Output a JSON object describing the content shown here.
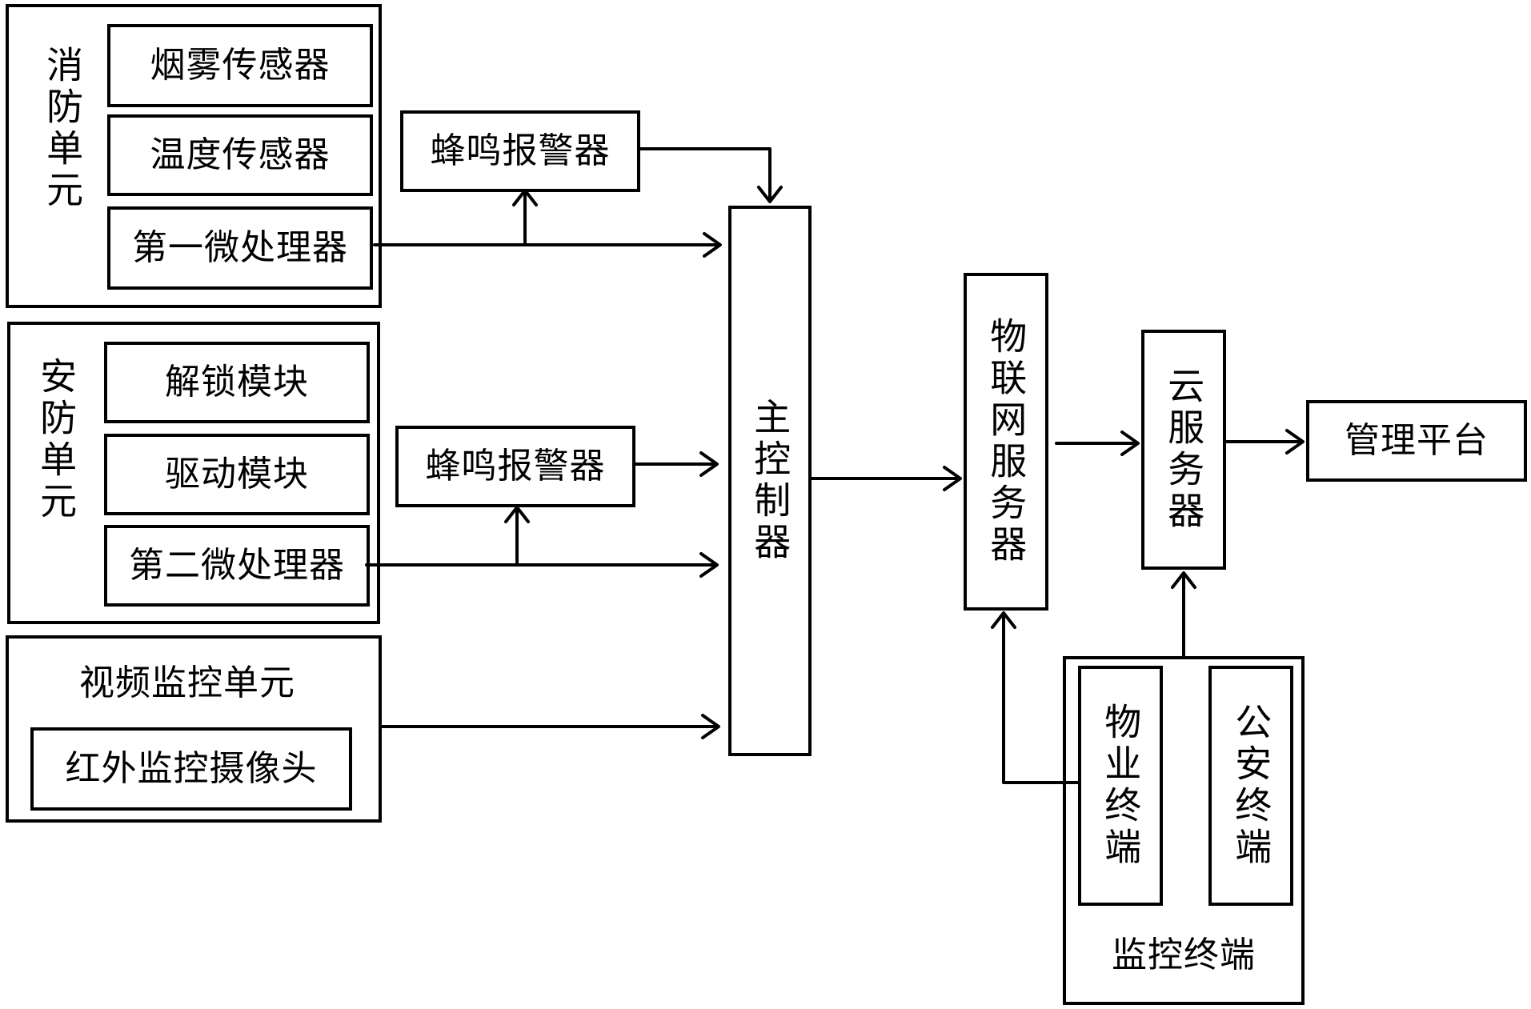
{
  "fire_unit": {
    "label": "消防单元",
    "components": [
      "烟雾传感器",
      "温度传感器",
      "第一微处理器"
    ]
  },
  "security_unit": {
    "label": "安防单元",
    "components": [
      "解锁模块",
      "驱动模块",
      "第二微处理器"
    ]
  },
  "video_unit": {
    "label": "视频监控单元",
    "components": [
      "红外监控摄像头"
    ]
  },
  "buzzers": [
    "蜂鸣报警器",
    "蜂鸣报警器"
  ],
  "main_controller": "主控制器",
  "iot_server": "物联网服务器",
  "cloud_server": "云服务器",
  "management_platform": "管理平台",
  "monitoring_terminal": {
    "label": "监控终端",
    "property_terminal": "物业终端",
    "police_terminal": "公安终端"
  }
}
